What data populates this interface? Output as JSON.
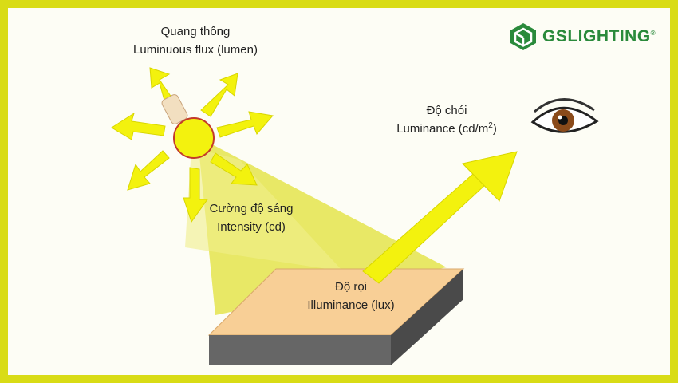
{
  "brand": {
    "name": "GSLIGHTING",
    "registered": "®",
    "color": "#2a8a3b"
  },
  "labels": {
    "flux_vi": "Quang thông",
    "flux_en": "Luminuous flux (lumen)",
    "luminance_vi": "Độ chói",
    "luminance_en": "Luminance (cd/m",
    "luminance_sup": "2",
    "luminance_close": ")",
    "intensity_vi": "Cường độ sáng",
    "intensity_en": "Intensity (cd)",
    "illuminance_vi": "Độ rọi",
    "illuminance_en": "Illuminance (lux)"
  },
  "colors": {
    "frame": "#d9dc16",
    "arrow": "#f3f20e",
    "beam": "#e8e866",
    "surface_top": "#f8cf96",
    "surface_side": "#5e5e5e",
    "sun_outline": "#c33a2a"
  },
  "icons": [
    "sun-bulb-icon",
    "eye-icon",
    "gs-logo-icon"
  ]
}
